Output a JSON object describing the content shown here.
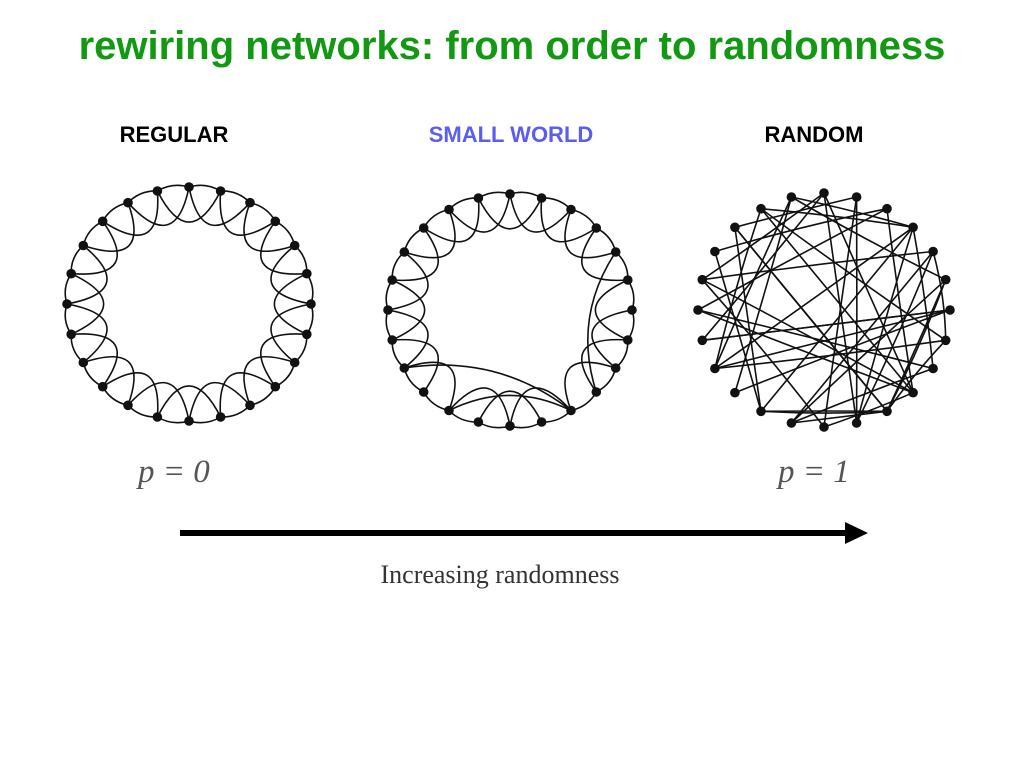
{
  "title": "rewiring networks: from order to randomness",
  "colors": {
    "title": "#119911",
    "small_world_label": "#5a5ef0",
    "label": "#000000",
    "edge": "#111111",
    "node": "#111111"
  },
  "networks": [
    {
      "label": "REGULAR",
      "nodes": 24
    },
    {
      "label": "SMALL WORLD",
      "nodes": 24
    },
    {
      "label": "RANDOM",
      "nodes": 24
    }
  ],
  "p_left": "p =  0",
  "p_right": "p =  1",
  "caption": "Increasing randomness"
}
